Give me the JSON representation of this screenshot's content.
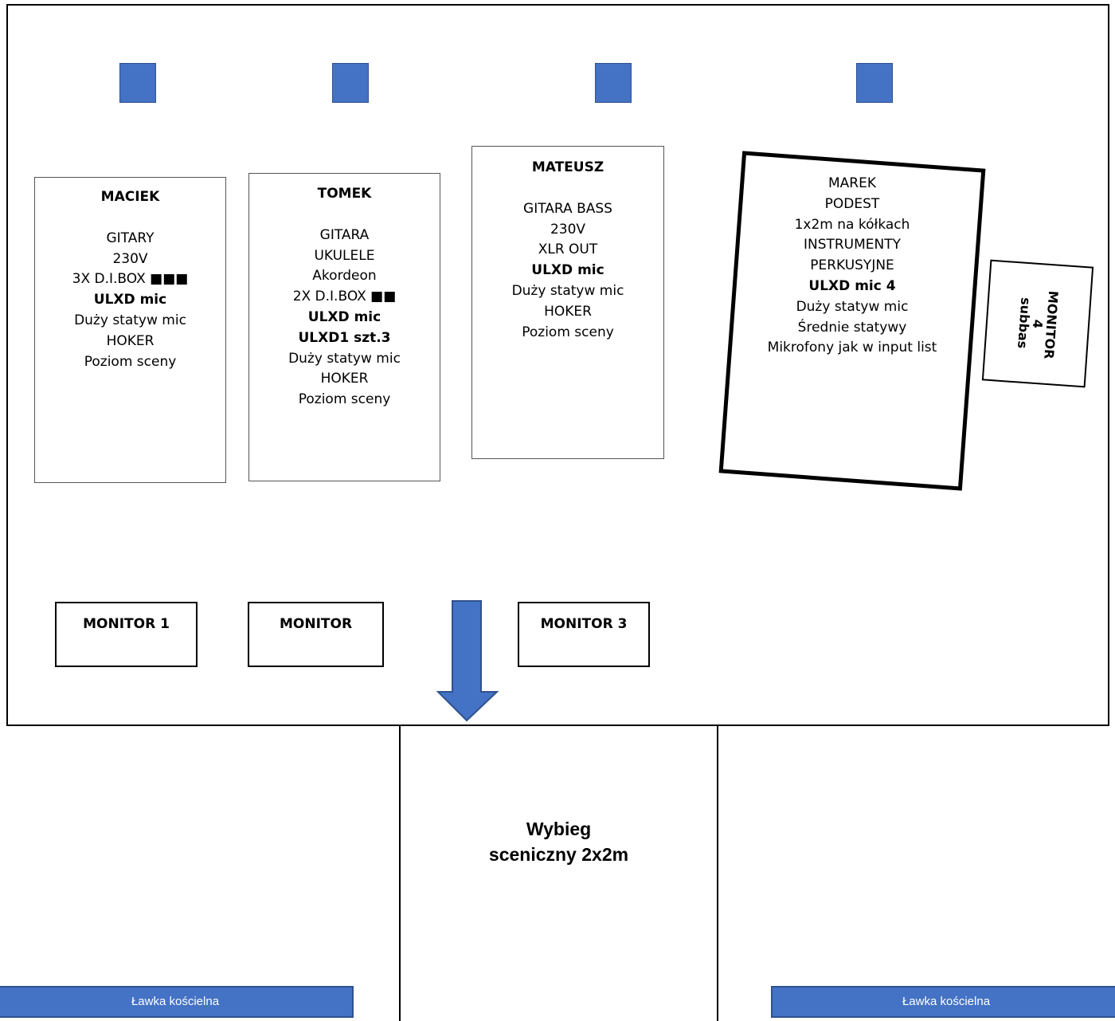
{
  "players": [
    {
      "name": "MACIEK",
      "lines": [
        {
          "text": "GITARY",
          "bold": false
        },
        {
          "text": "230V",
          "bold": false
        },
        {
          "text": "3X D.I.BOX ■■■",
          "bold": false
        },
        {
          "text": "ULXD mic",
          "bold": true
        },
        {
          "text": "Duży statyw mic",
          "bold": false
        },
        {
          "text": "HOKER",
          "bold": false
        },
        {
          "text": "Poziom sceny",
          "bold": false
        }
      ]
    },
    {
      "name": "TOMEK",
      "lines": [
        {
          "text": "GITARA",
          "bold": false
        },
        {
          "text": "UKULELE",
          "bold": false
        },
        {
          "text": "Akordeon",
          "bold": false
        },
        {
          "text": "2X D.I.BOX ■■",
          "bold": false
        },
        {
          "text": "ULXD mic",
          "bold": true
        },
        {
          "text": "ULXD1 szt.3",
          "bold": true
        },
        {
          "text": "Duży statyw mic",
          "bold": false
        },
        {
          "text": "HOKER",
          "bold": false
        },
        {
          "text": "Poziom sceny",
          "bold": false
        }
      ]
    },
    {
      "name": "MATEUSZ",
      "lines": [
        {
          "text": "GITARA BASS",
          "bold": false
        },
        {
          "text": "230V",
          "bold": false
        },
        {
          "text": "XLR OUT",
          "bold": false
        },
        {
          "text": "ULXD mic",
          "bold": true
        },
        {
          "text": "Duży statyw mic",
          "bold": false
        },
        {
          "text": "HOKER",
          "bold": false
        },
        {
          "text": "Poziom sceny",
          "bold": false
        }
      ]
    }
  ],
  "drum_riser": {
    "lines": [
      {
        "text": "MAREK",
        "bold": false
      },
      {
        "text": "PODEST",
        "bold": false
      },
      {
        "text": "1x2m na kółkach",
        "bold": false
      },
      {
        "text": "INSTRUMENTY",
        "bold": false
      },
      {
        "text": "PERKUSYJNE",
        "bold": false
      },
      {
        "text": "ULXD  mic 4",
        "bold": true
      },
      {
        "text": "Duży statyw mic",
        "bold": false
      },
      {
        "text": "Średnie statywy",
        "bold": false
      },
      {
        "text": "Mikrofony jak w input list",
        "bold": false
      }
    ]
  },
  "side_monitor": {
    "lines": [
      "MONITOR",
      "4",
      "subbas"
    ]
  },
  "monitors": [
    "MONITOR  1",
    "MONITOR",
    "MONITOR 3"
  ],
  "runway": {
    "line1": "Wybieg",
    "line2": "sceniczny 2x2m"
  },
  "benches": [
    "Ławka kościelna",
    "Ławka kościelna"
  ],
  "colors": {
    "speaker": "#4472c4",
    "arrow": "#4472c4",
    "bench": "#4472c4"
  }
}
